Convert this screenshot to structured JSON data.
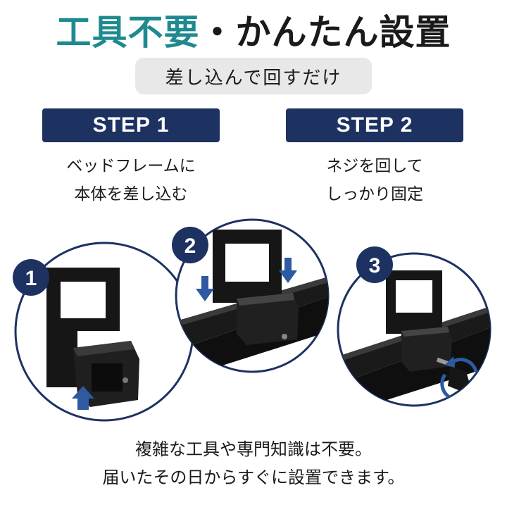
{
  "header": {
    "title_accent": "工具不要",
    "title_rest": "・かんたん設置",
    "subtitle": "差し込んで回すだけ"
  },
  "steps": [
    {
      "badge": "STEP 1",
      "lines": [
        "ベッドフレームに",
        "本体を差し込む"
      ]
    },
    {
      "badge": "STEP 2",
      "lines": [
        "ネジを回して",
        "しっかり固定"
      ]
    }
  ],
  "illustrations": [
    {
      "number": "1"
    },
    {
      "number": "2"
    },
    {
      "number": "3"
    }
  ],
  "footer": {
    "lines": [
      "複雑な工具や専門知識は不要。",
      "届いたその日からすぐに設置できます。"
    ]
  },
  "colors": {
    "accent_teal": "#1e8a8f",
    "navy": "#1d3261",
    "arrow_blue": "#2d5aa0"
  }
}
